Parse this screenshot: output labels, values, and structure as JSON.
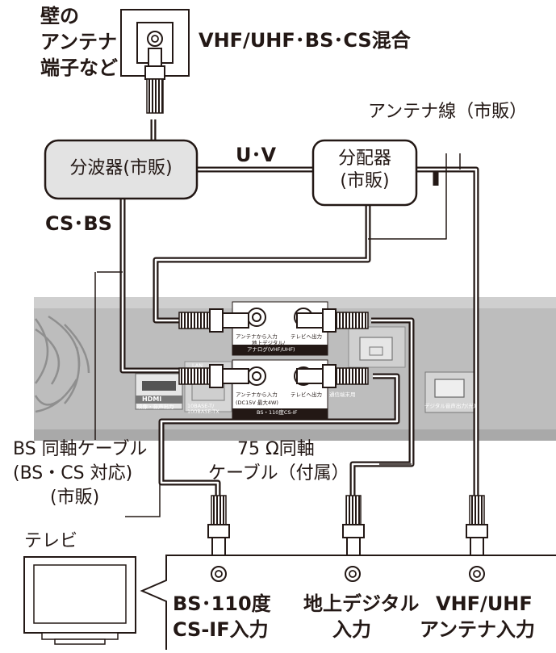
{
  "wall": {
    "label_line1": "壁の",
    "label_line2": "アンテナ",
    "label_line3": "端子など",
    "signal": "VHF/UHF･BS･CS混合"
  },
  "antenna_cable_label": "アンテナ線（市販）",
  "splitter": {
    "label": "分波器(市販)"
  },
  "distributor": {
    "line1": "分配器",
    "line2": "(市販)"
  },
  "uv_label": "U･V",
  "csbs_label": "CS･BS",
  "recorder": {
    "port_top_left": "アンテナから入力",
    "port_top_right": "テレビへ出力",
    "band_top_line1": "地上デジタル/",
    "band_top_line2": "アナログ(VHF/UHF)",
    "port_bottom_left": "アンテナから入力",
    "port_bottom_power": "(DC15V 最大4W)",
    "port_bottom_right": "テレビへ出力",
    "band_bottom": "BS・110度CS-IF",
    "lan": "LAN",
    "base": "10BASE-T/ 100BASE-TX",
    "hdmi": "HDMI",
    "hdmi_sub": "映像・音声出力",
    "comm": "通信端末用",
    "digital_audio": "デジタル音声出力(光)"
  },
  "bs_cable_label": {
    "line1": "BS 同軸ケーブル",
    "line2": "(BS・CS 対応)",
    "line3": "(市販)"
  },
  "coax75_label": {
    "line1": "75 Ω同軸",
    "line2": "ケーブル（付属）"
  },
  "tv_label": "テレビ",
  "inputs": {
    "bs_line1": "BS･110度",
    "bs_line2": "CS-IF入力",
    "terr_line1": "地上デジタル",
    "terr_line2": "入力",
    "vhf_line1": "VHF/UHF",
    "vhf_line2": "アンテナ入力"
  }
}
